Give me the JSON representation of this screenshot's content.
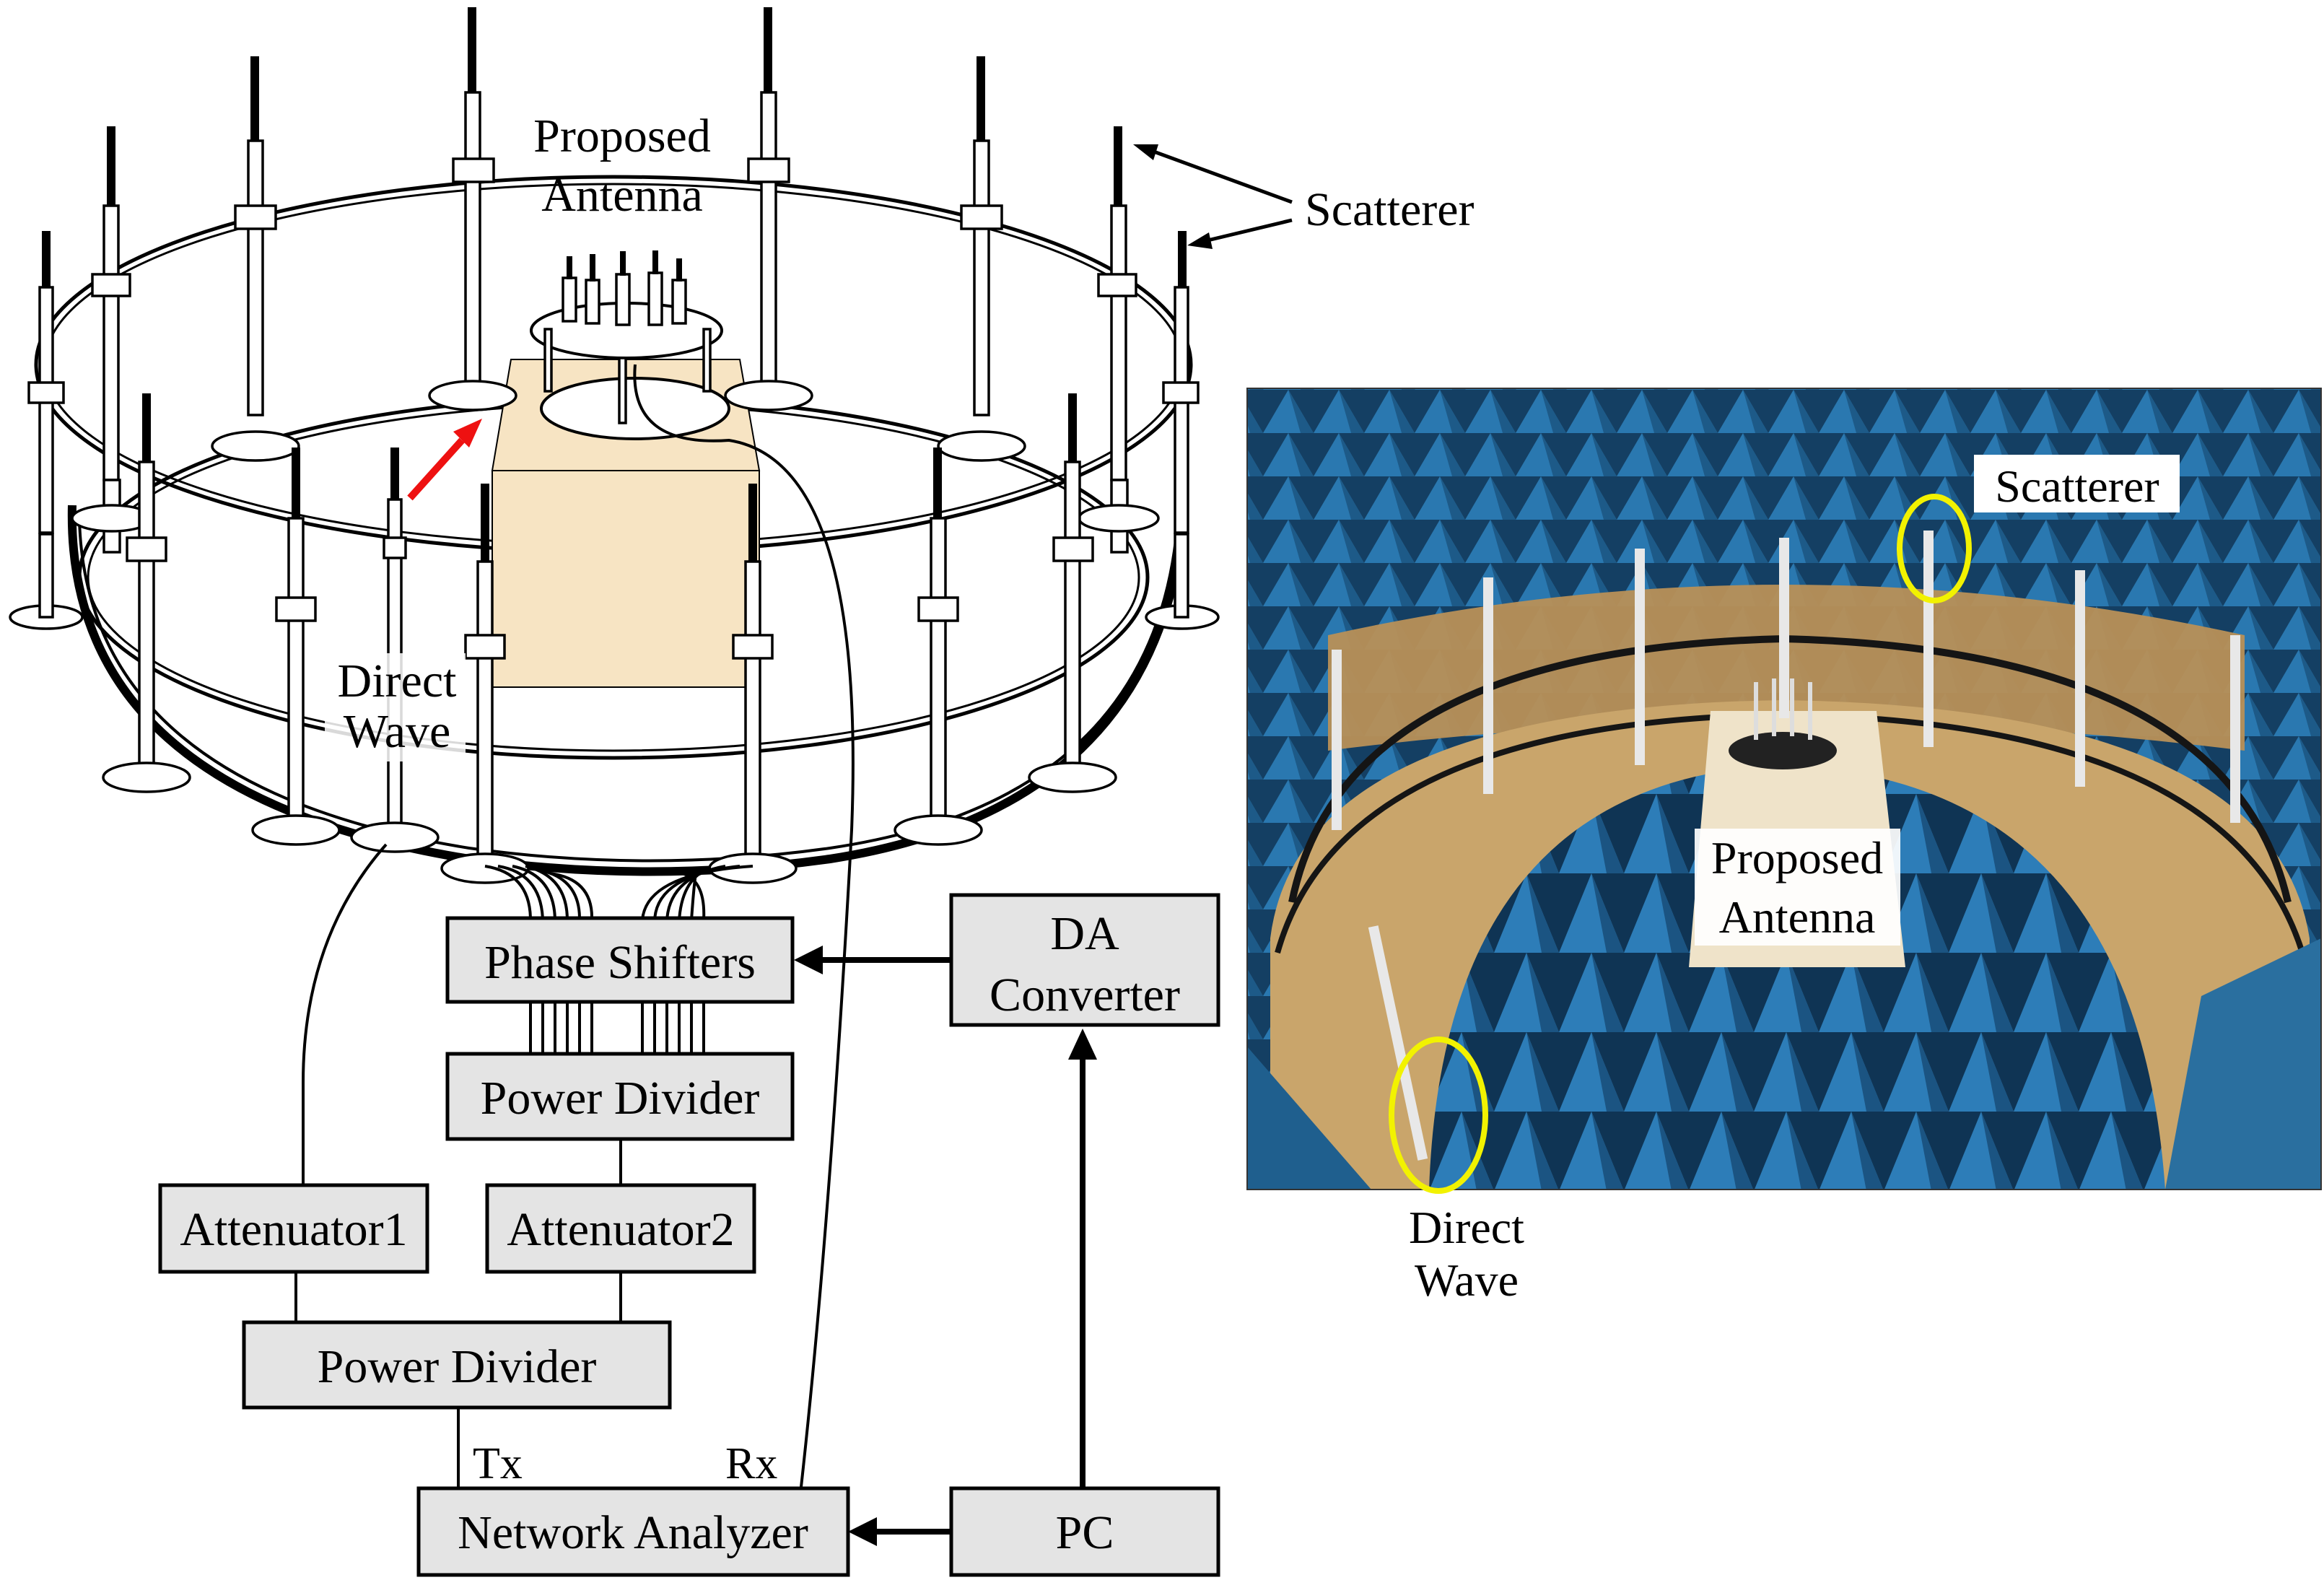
{
  "labels": {
    "proposed_antenna_left_line1": "Proposed",
    "proposed_antenna_left_line2": "Antenna",
    "scatterer_left": "Scatterer",
    "direct_wave_left_line1": "Direct",
    "direct_wave_left_line2": "Wave",
    "scatterer_photo": "Scatterer",
    "proposed_antenna_photo_line1": "Proposed",
    "proposed_antenna_photo_line2": "Antenna",
    "direct_wave_photo_line1": "Direct",
    "direct_wave_photo_line2": "Wave",
    "tx": "Tx",
    "rx": "Rx"
  },
  "blocks": {
    "phase_shifters": "Phase Shifters",
    "da_converter_line1": "DA",
    "da_converter_line2": "Converter",
    "power_divider_top": "Power Divider",
    "attenuator1": "Attenuator1",
    "attenuator2": "Attenuator2",
    "power_divider_bottom": "Power Divider",
    "network_analyzer": "Network Analyzer",
    "pc": "PC"
  },
  "colors": {
    "block_fill": "#e4e4e4",
    "block_stroke": "#000000",
    "platform_fill": "#f7e4c3",
    "arrow_red": "#ee1111",
    "highlight_yellow": "#f2f200",
    "absorber_blue": "#1f5f8e",
    "wood": "#c9a56b"
  }
}
